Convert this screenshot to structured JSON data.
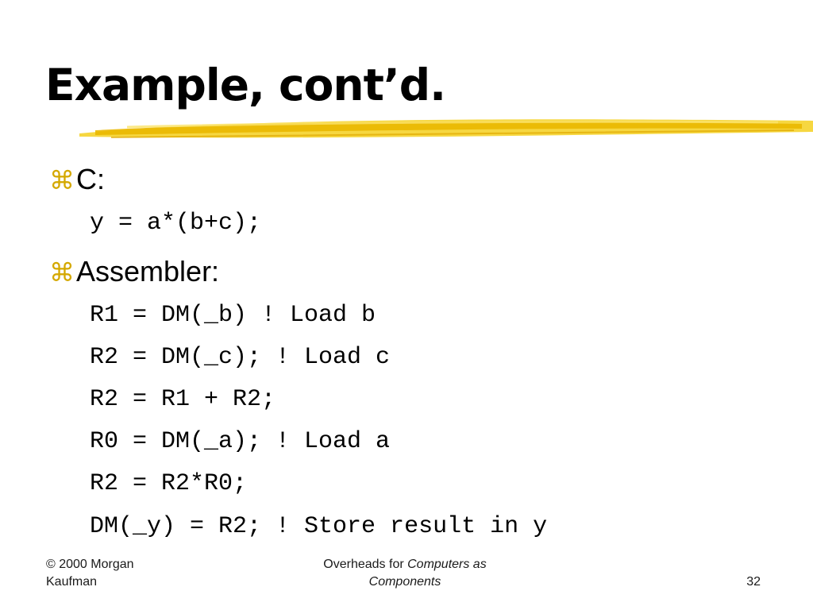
{
  "slide": {
    "title": "Example, cont’d.",
    "accent_color": "#f2c200",
    "bullet_icon": "command-key-icon",
    "bullets": [
      {
        "glyph": "⌘",
        "label": "C:",
        "code": [
          "y = a*(b+c);"
        ]
      },
      {
        "glyph": "⌘",
        "label": "Assembler:",
        "code": [
          "R1 = DM(_b) ! Load b",
          "R2 = DM(_c); ! Load c",
          "R2 = R1 + R2;",
          "R0 = DM(_a); ! Load a",
          "R2 = R2*R0;",
          "DM(_y) = R2; ! Store result in y"
        ]
      }
    ]
  },
  "footer": {
    "copyright_line1": "© 2000 Morgan",
    "copyright_line2": "Kaufman",
    "center_prefix": "Overheads for ",
    "center_italic_1": "Computers as",
    "center_italic_2": "Components",
    "page_number": "32"
  }
}
